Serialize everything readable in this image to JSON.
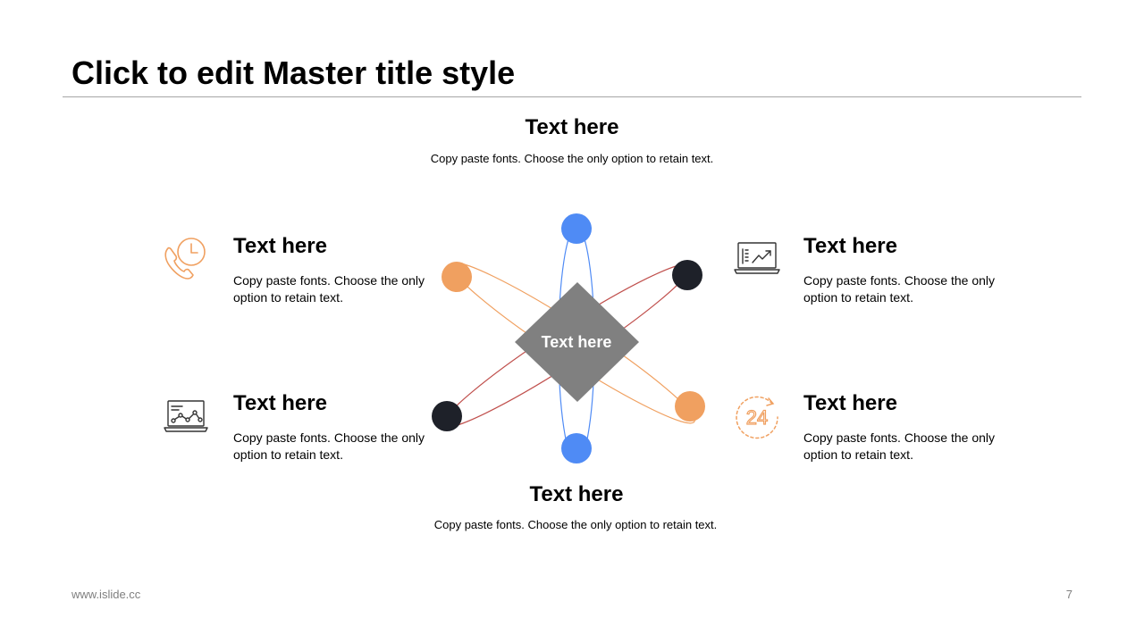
{
  "slide": {
    "title": "Click to edit Master title style",
    "footer_url": "www.islide.cc",
    "page_number": "7"
  },
  "center": {
    "label": "Text here"
  },
  "top": {
    "heading": "Text here",
    "body": "Copy paste fonts. Choose the only option to retain text."
  },
  "bottom": {
    "heading": "Text here",
    "body": "Copy paste fonts. Choose the only option to retain text."
  },
  "left_upper": {
    "heading": "Text here",
    "body": "Copy paste fonts. Choose the only option to retain text.",
    "icon": "phone-clock-icon"
  },
  "left_lower": {
    "heading": "Text here",
    "body": "Copy paste fonts. Choose the only option to retain text.",
    "icon": "laptop-chart-icon"
  },
  "right_upper": {
    "heading": "Text here",
    "body": "Copy paste fonts. Choose the only option to retain text.",
    "icon": "laptop-trend-icon"
  },
  "right_lower": {
    "heading": "Text here",
    "body": "Copy paste fonts. Choose the only option to retain text.",
    "icon": "24-hours-icon"
  },
  "colors": {
    "blue": "#4f8bf5",
    "orange": "#f0a060",
    "dark": "#1e2129",
    "diamond": "#808080",
    "red_line": "#c0504d",
    "orange_line": "#f0a060",
    "rule": "#a6a6a6"
  }
}
